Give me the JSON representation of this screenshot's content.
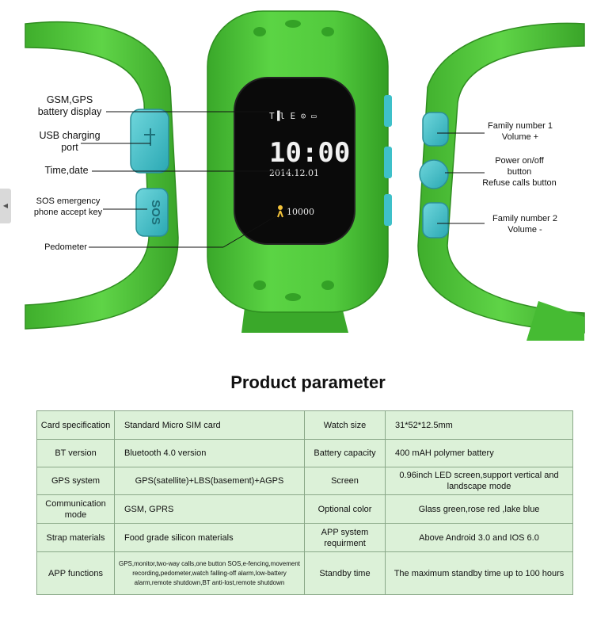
{
  "callouts": {
    "gsm_gps": "GSM,GPS",
    "battery": "battery display",
    "usb_1": "USB charging",
    "usb_2": "port",
    "time_date": "Time,date",
    "sos_1": "SOS emergency",
    "sos_2": "phone accept key",
    "pedometer": "Pedometer",
    "family1_1": "Family number 1",
    "family1_2": "Volume +",
    "power_1": "Power on/off",
    "power_2": "button",
    "power_3": "Refuse calls button",
    "family2_1": "Family number 2",
    "family2_2": "Volume -"
  },
  "watch_screen": {
    "status": "T▐l E ⊙ ▭",
    "time": "10:00",
    "date": "2014.12.01",
    "steps": "10000",
    "sos_key": "SOS"
  },
  "title": "Product parameter",
  "table": {
    "rows": [
      [
        "Card specification",
        "Standard Micro SIM card",
        "Watch size",
        "31*52*12.5mm"
      ],
      [
        "BT version",
        "Bluetooth 4.0 version",
        "Battery capacity",
        "400 mAH polymer battery"
      ],
      [
        "GPS system",
        "GPS(satellite)+LBS(basement)+AGPS",
        "Screen",
        "0.96inch LED screen,support vertical and landscape mode"
      ],
      [
        "Communication mode",
        "GSM,  GPRS",
        "Optional color",
        "Glass green,rose red ,lake blue"
      ],
      [
        "Strap materials",
        "Food grade silicon materials",
        "APP system requirment",
        "Above Android 3.0 and IOS 6.0"
      ],
      [
        "APP functions",
        "GPS,monitor,two-way calls,one button SOS,e-fencing,movement recording,pedometer,watch falling-off  alarm,low-battery alarm,remote shutdown,BT anti-lost,remote shutdown",
        "Standby time",
        "The maximum standby time up to 100 hours"
      ]
    ]
  },
  "colors": {
    "strap": "#4cc437",
    "strap_dark": "#2f9a22",
    "button": "#3ec0c9",
    "screen": "#0a0a0a",
    "table_bg": "#dcf1d8"
  }
}
